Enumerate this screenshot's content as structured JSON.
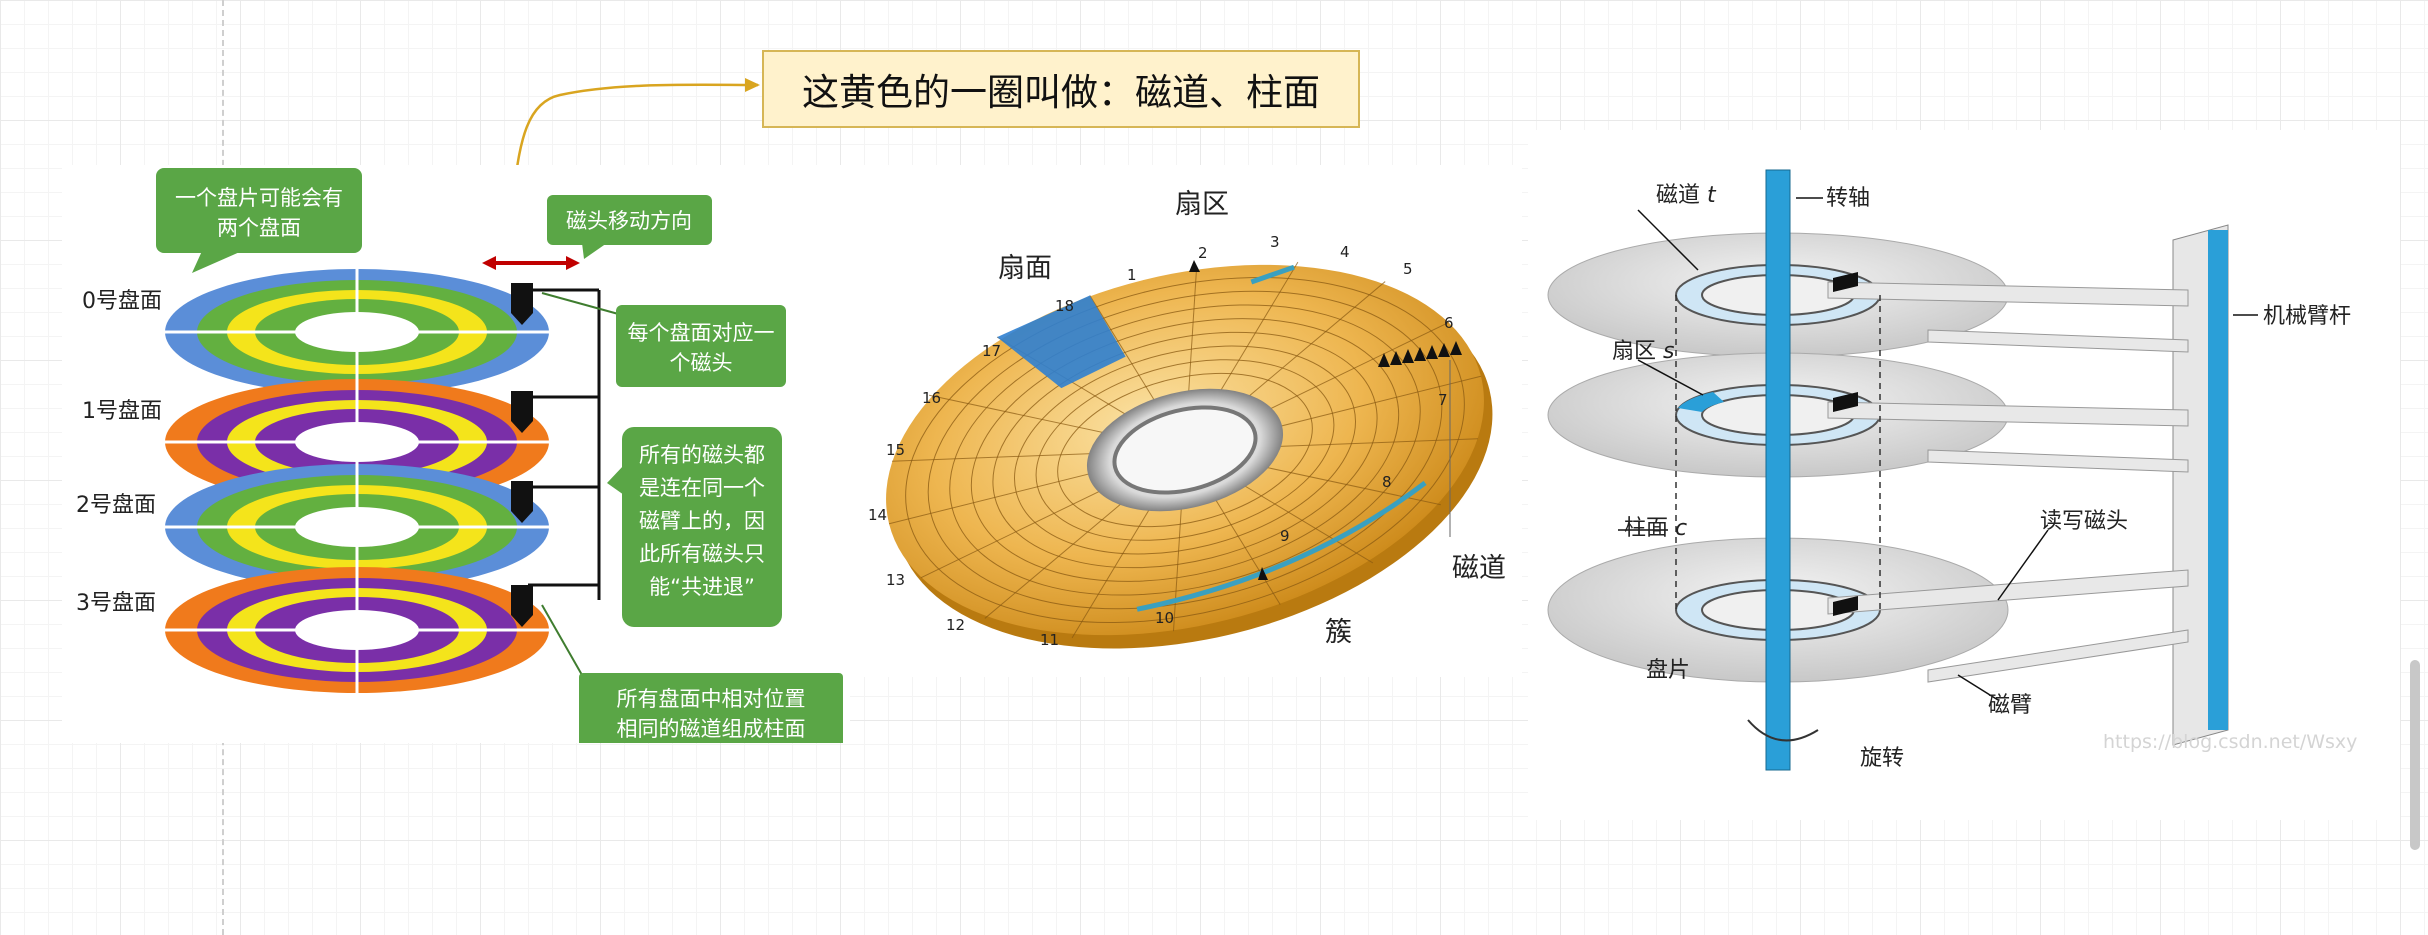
{
  "callout": {
    "text": "这黄色的一圈叫做：磁道、柱面"
  },
  "panel1": {
    "bubble_two_sides": [
      "一个盘片可能会有",
      "两个盘面"
    ],
    "head_direction": "磁头移动方向",
    "surface_labels": [
      "0号盘面",
      "1号盘面",
      "2号盘面",
      "3号盘面"
    ],
    "bubble_one_head": [
      "每个盘面对应一",
      "个磁头"
    ],
    "bubble_arm": [
      "所有的磁头都",
      "是连在同一个",
      "磁臂上的，因",
      "此所有磁头只",
      "能“共进退”"
    ],
    "bubble_cylinder": [
      "所有盘面中相对位置",
      "相同的磁道组成柱面"
    ]
  },
  "panel2": {
    "sector_area": "扇区",
    "sector_face": "扇面",
    "track": "磁道",
    "cluster": "簇",
    "sector_numbers": [
      "1",
      "2",
      "3",
      "4",
      "5",
      "6",
      "7",
      "8",
      "9",
      "10",
      "11",
      "12",
      "13",
      "14",
      "15",
      "16",
      "17",
      "18"
    ]
  },
  "panel3": {
    "track_t": "磁道",
    "track_t_var": "t",
    "spindle": "转轴",
    "arm_rod": "机械臂杆",
    "sector_s": "扇区",
    "sector_s_var": "s",
    "cylinder_c": "柱面",
    "cylinder_c_var": "c",
    "rw_head": "读写磁头",
    "platter": "盘片",
    "arm": "磁臂",
    "rotate": "旋转",
    "watermark": "https://blog.csdn.net/Wsxy"
  },
  "colors": {
    "callout_bg": "#fff2cc",
    "callout_border": "#d6b656",
    "bubble_green": "#5aa646",
    "ring_blue": "#5b8ed8",
    "ring_green": "#63b040",
    "ring_yellow": "#f4e41b",
    "ring_orange": "#f07a1c",
    "ring_purple": "#7a2fa8",
    "disk_gold": "#e6a93a",
    "spindle_blue": "#2a9fd8",
    "arrow_red": "#c00000",
    "connector_gold": "#d9a520"
  }
}
